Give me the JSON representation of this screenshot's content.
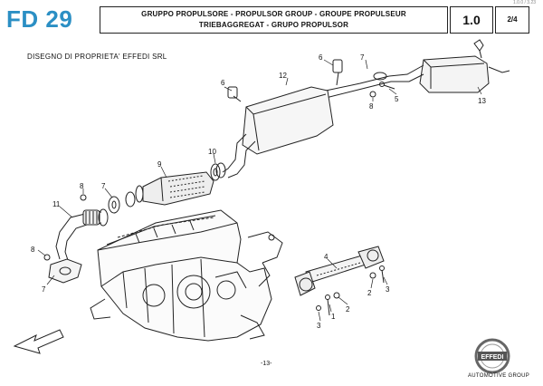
{
  "header": {
    "code": "FD 29",
    "title_line1": "GRUPPO PROPULSORE - PROPULSOR GROUP - GROUPE PROPULSEUR",
    "title_line2": "TRIEBAGGREGAT - GRUPO PROPULSOR",
    "version": "1.0",
    "page_of": "2/4",
    "corner_note": "1.0.0 / 3.23"
  },
  "owner_note": "DISEGNO DI PROPRIETA' EFFEDI SRL",
  "page_number": "-13-",
  "brand": {
    "logo_text": "EFFEDI",
    "caption": "AUTOMOTIVE GROUP"
  },
  "callouts": {
    "c6a": "6",
    "c12": "12",
    "c6b": "6",
    "c7a": "7",
    "c8a": "8",
    "c5": "5",
    "c13": "13",
    "c10": "10",
    "c9": "9",
    "c8b": "8",
    "c7b": "7",
    "c11": "11",
    "c8c": "8",
    "c7c": "7",
    "c4": "4",
    "c2a": "2",
    "c3a": "3",
    "c1": "1",
    "c2b": "2",
    "c3b": "3"
  }
}
